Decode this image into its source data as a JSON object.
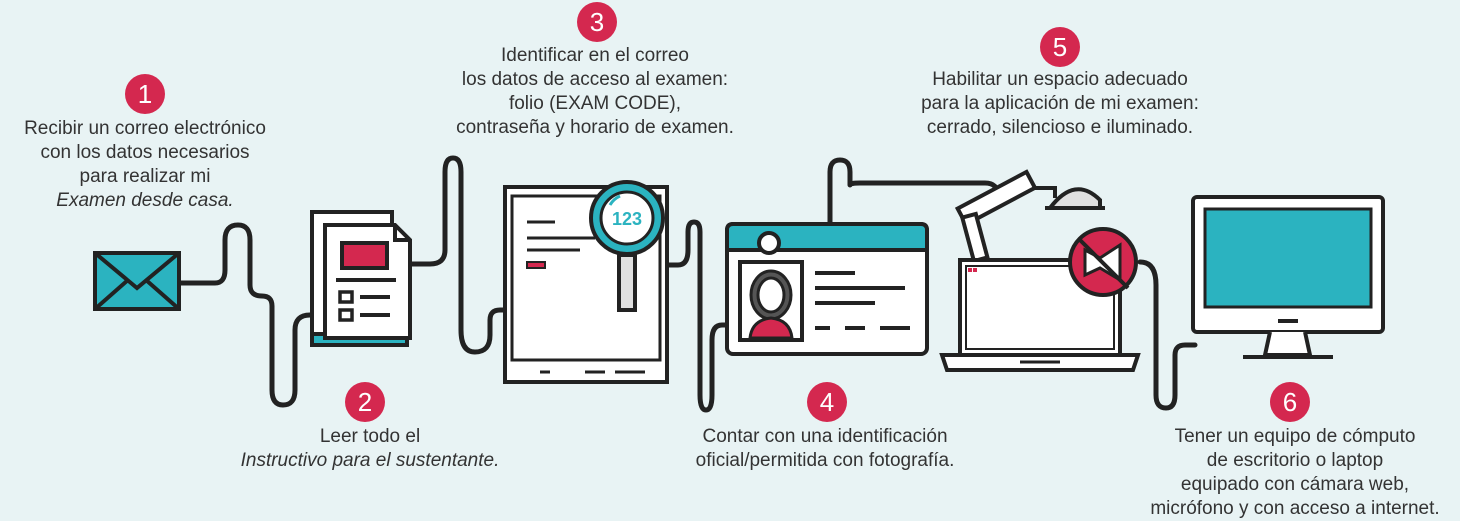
{
  "steps": [
    {
      "number": "1",
      "lines": [
        "Recibir un correo electrónico",
        "con los datos necesarios",
        "para realizar mi",
        "Examen desde casa."
      ]
    },
    {
      "number": "2",
      "lines": [
        "Leer todo el",
        "Instructivo para el sustentante."
      ]
    },
    {
      "number": "3",
      "lines": [
        "Identificar en el correo",
        "los datos de acceso al examen:",
        "folio (EXAM CODE),",
        "contraseña y horario de examen."
      ]
    },
    {
      "number": "4",
      "lines": [
        "Contar con una identificación",
        "oficial/permitida con fotografía."
      ]
    },
    {
      "number": "5",
      "lines": [
        "Habilitar un espacio adecuado",
        "para la aplicación de mi examen:",
        "cerrado, silencioso e iluminado."
      ]
    },
    {
      "number": "6",
      "lines": [
        "Tener un equipo de cómputo",
        "de escritorio o laptop",
        "equipado con cámara web,",
        "micrófono y con acceso a internet."
      ]
    }
  ],
  "magnifier_code": "123",
  "colors": {
    "background": "#e8f3f4",
    "accent_red": "#d4284f",
    "teal": "#2bb3c0",
    "line": "#222222"
  },
  "icons": [
    "envelope-icon",
    "document-icon",
    "tablet-magnifier-icon",
    "id-card-icon",
    "laptop-lamp-no-sound-icon",
    "desktop-monitor-icon"
  ]
}
